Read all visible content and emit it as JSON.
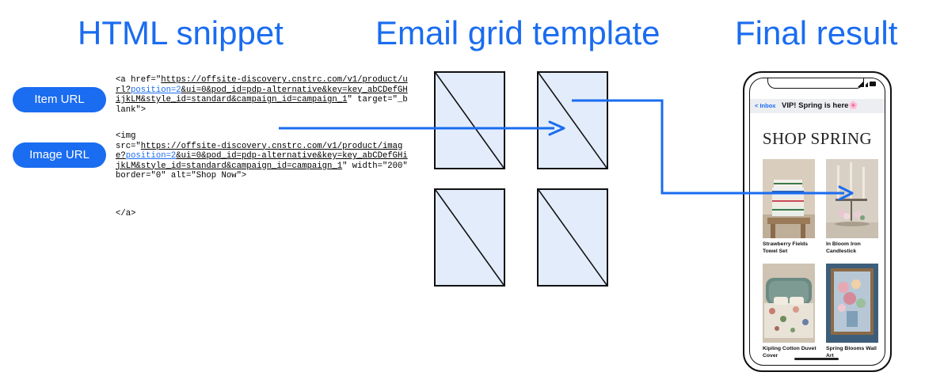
{
  "headings": {
    "html_snippet": "HTML snippet",
    "email_grid": "Email grid template",
    "final_result": "Final result"
  },
  "labels": {
    "item_url": "Item URL",
    "image_url": "Image URL"
  },
  "code": {
    "a_open_prefix": "<a href=\"",
    "a_href_1": "https://offsite-discovery.cnstrc.com/v1/product/url?",
    "a_href_2": "position=2",
    "a_href_3": "&ui=0&pod_id=pdp-alternative&key=key_abCDefGHijkLM&style_id=standard&campaign_id=campaign_1",
    "a_open_suffix": "\" target=\"_blank\">",
    "img_open": "<img",
    "img_src_prefix": "src=\"",
    "img_src_1": "https://offsite-discovery.cnstrc.com/v1/product/image?",
    "img_src_2": "position=2",
    "img_src_3": "&ui=0&pod_id=pdp-alternative&key=key_abCDefGHijkLM&style_id=standard&campaign_id=campaign_1",
    "img_suffix": "\" width=\"200\" border=\"0\" alt=\"Shop Now\">",
    "a_close": "</a>"
  },
  "phone": {
    "inbox": "< Inbox",
    "subject": "VIP! Spring is here🌸",
    "shop_title": "SHOP SPRING",
    "products": [
      {
        "name": "Strawberry Fields Towel Set"
      },
      {
        "name": "In Bloom Iron Candlestick"
      },
      {
        "name": "Kipling Cotton Duvet Cover"
      },
      {
        "name": "Spring Blooms Wall Art"
      }
    ]
  },
  "colors": {
    "accent": "#1a6cf0",
    "placeholder_fill": "#e3ecfb"
  }
}
